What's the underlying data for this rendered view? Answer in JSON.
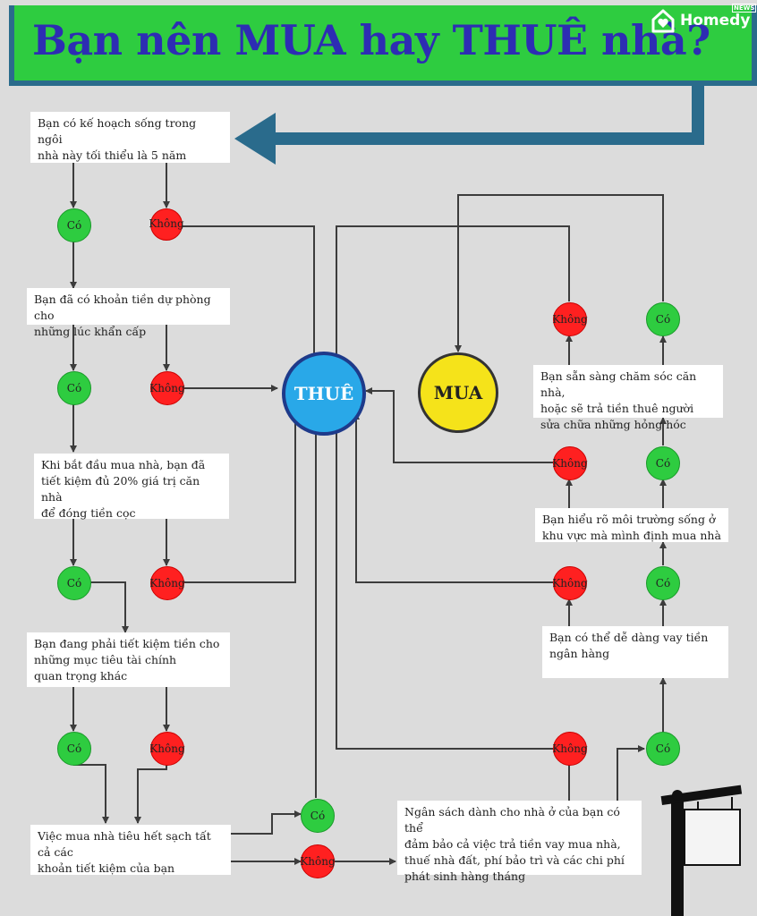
{
  "header": {
    "title": "Bạn nên MUA hay THUÊ nhà?",
    "brand": "Homedy",
    "brand_tag": "NEWS"
  },
  "questions": {
    "q1": "Bạn có kế hoạch sống trong ngôi\nnhà này tối thiểu là 5 năm",
    "q2": "Bạn đã có khoản tiền dự phòng cho\nnhững lúc khẩn cấp",
    "q3": "Khi bắt đầu mua nhà, bạn đã\ntiết kiệm đủ 20% giá trị căn nhà\nđể đóng tiền cọc",
    "q4": "Bạn đang phải tiết kiệm tiền cho\nnhững mục tiêu tài chính\nquan trọng khác",
    "q5": "Việc mua nhà tiêu hết sạch tất cả các\nkhoản tiết kiệm của bạn",
    "q6": "Ngân sách dành cho nhà ở của bạn có thể\nđảm bảo cả việc trả tiền vay mua nhà,\nthuế nhà đất, phí bảo trì và các chi phí\nphát sinh hàng tháng",
    "q7": "Bạn có thể dễ dàng vay tiền\nngân hàng",
    "q8": "Bạn hiểu rõ môi trường sống ở\nkhu vực mà mình định mua nhà",
    "q9": "Bạn sẵn sàng chăm sóc căn nhà,\nhoặc sẽ trả tiền thuê người\nsửa chữa những hỏng hóc"
  },
  "labels": {
    "yes": "Có",
    "no": "Không",
    "rent": "THUÊ",
    "buy": "MUA"
  },
  "colors": {
    "yes": "#2ecc40",
    "no": "#ff2020",
    "rent": "#29a8e8",
    "buy": "#f5e31a",
    "header": "#2ecc40",
    "title": "#2d2db3",
    "arrow": "#2a6b8c"
  }
}
